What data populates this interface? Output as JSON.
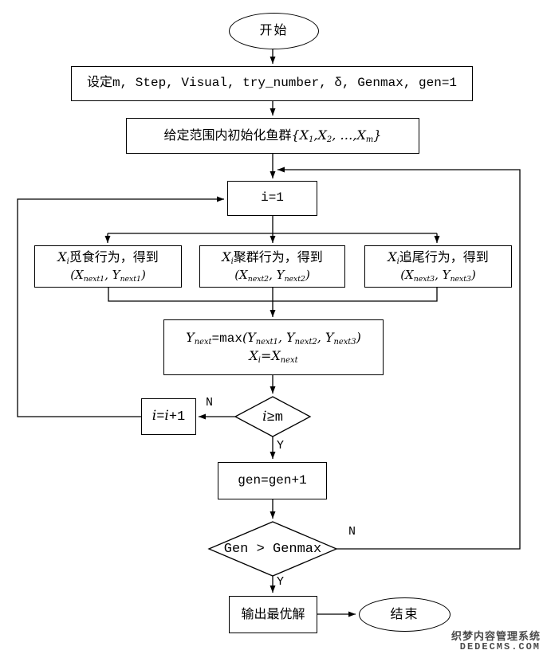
{
  "nodes": {
    "start": {
      "label": "开始"
    },
    "init_params": {
      "label": "设定m, Step, Visual, try_number, δ, Genmax, gen=1"
    },
    "init_fish": {
      "segments": [
        {
          "s": "c",
          "t": "给定范围内初始化鱼群"
        },
        {
          "s": "m",
          "t": "{X"
        },
        {
          "s": "s",
          "t": "1"
        },
        {
          "s": "m",
          "t": ",X"
        },
        {
          "s": "s",
          "t": "2"
        },
        {
          "s": "m",
          "t": ", …,X"
        },
        {
          "s": "s",
          "t": "m"
        },
        {
          "s": "m",
          "t": "}"
        }
      ]
    },
    "set_i": {
      "label": "i=1"
    },
    "behavior_prey": {
      "line1": [
        {
          "s": "m",
          "t": "X"
        },
        {
          "s": "s",
          "t": "i"
        },
        {
          "s": "c",
          "t": "觅食行为，得到"
        }
      ],
      "line2": [
        {
          "s": "m",
          "t": "(X"
        },
        {
          "s": "s",
          "t": "next1"
        },
        {
          "s": "m",
          "t": ", Y"
        },
        {
          "s": "s",
          "t": "next1"
        },
        {
          "s": "m",
          "t": ")"
        }
      ]
    },
    "behavior_swarm": {
      "line1": [
        {
          "s": "m",
          "t": "X"
        },
        {
          "s": "s",
          "t": "i"
        },
        {
          "s": "c",
          "t": "聚群行为，得到"
        }
      ],
      "line2": [
        {
          "s": "m",
          "t": "(X"
        },
        {
          "s": "s",
          "t": "next2"
        },
        {
          "s": "m",
          "t": ", Y"
        },
        {
          "s": "s",
          "t": "next2"
        },
        {
          "s": "m",
          "t": ")"
        }
      ]
    },
    "behavior_follow": {
      "line1": [
        {
          "s": "m",
          "t": "X"
        },
        {
          "s": "s",
          "t": "i"
        },
        {
          "s": "c",
          "t": "追尾行为，得到"
        }
      ],
      "line2": [
        {
          "s": "m",
          "t": "(X"
        },
        {
          "s": "s",
          "t": "next3"
        },
        {
          "s": "m",
          "t": ", Y"
        },
        {
          "s": "s",
          "t": "next3"
        },
        {
          "s": "m",
          "t": ")"
        }
      ]
    },
    "select_best": {
      "line1": [
        {
          "s": "m",
          "t": "Y"
        },
        {
          "s": "s",
          "t": "next"
        },
        {
          "s": "k",
          "t": "=max"
        },
        {
          "s": "m",
          "t": "(Y"
        },
        {
          "s": "s",
          "t": "next1"
        },
        {
          "s": "m",
          "t": ", Y"
        },
        {
          "s": "s",
          "t": "next2"
        },
        {
          "s": "m",
          "t": ", Y"
        },
        {
          "s": "s",
          "t": "next3"
        },
        {
          "s": "m",
          "t": ")"
        }
      ],
      "line2": [
        {
          "s": "m",
          "t": "X"
        },
        {
          "s": "s",
          "t": "i"
        },
        {
          "s": "m",
          "t": "=X"
        },
        {
          "s": "s",
          "t": "next"
        }
      ]
    },
    "check_i": {
      "segments": [
        {
          "s": "m",
          "t": "i"
        },
        {
          "s": "k",
          "t": "≥m"
        }
      ]
    },
    "inc_i": {
      "segments": [
        {
          "s": "m",
          "t": "i"
        },
        {
          "s": "k",
          "t": "="
        },
        {
          "s": "m",
          "t": "i"
        },
        {
          "s": "k",
          "t": "+1"
        }
      ]
    },
    "inc_gen": {
      "label": "gen=gen+1"
    },
    "check_gen": {
      "label": "Gen > Genmax"
    },
    "output": {
      "label": "输出最优解"
    },
    "end": {
      "label": "结束"
    }
  },
  "edge_labels": {
    "check_i_no": "N",
    "check_i_yes": "Y",
    "check_gen_no": "N",
    "check_gen_yes": "Y"
  },
  "watermark": {
    "line1": "织梦内容管理系统",
    "line2": "DEDECMS.COM"
  },
  "colors": {
    "line": "#000000",
    "node_fill": "#ffffff",
    "watermark_text": "#4a4a4a"
  }
}
